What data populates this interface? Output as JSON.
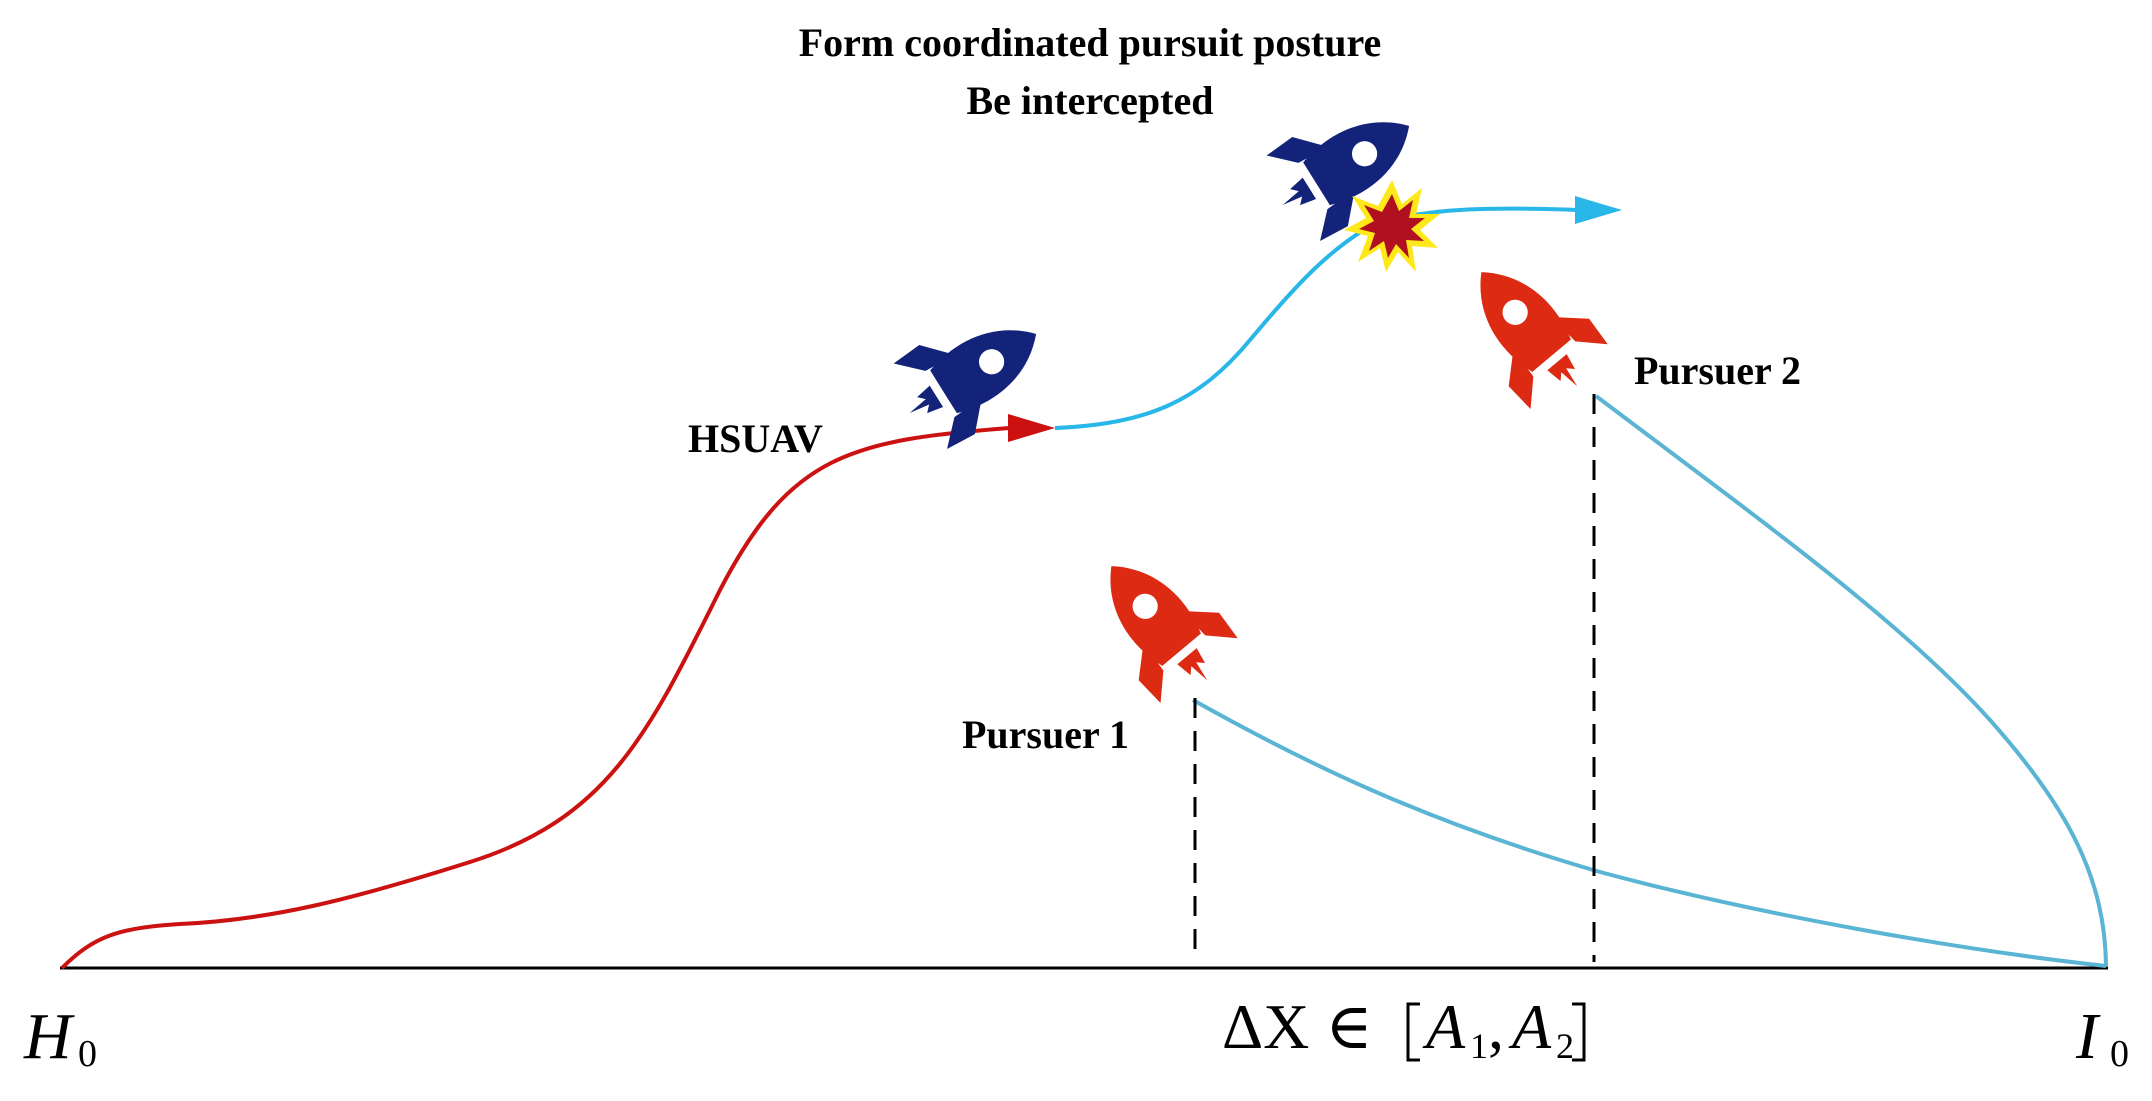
{
  "title": {
    "line1": "Form coordinated pursuit posture",
    "line2": "Be intercepted"
  },
  "labels": {
    "hsuav": "HSUAV",
    "pursuer1": "Pursuer 1",
    "pursuer2": "Pursuer 2"
  },
  "axis": {
    "start_letter": "H",
    "start_subscript": "0",
    "end_letter": "I",
    "end_subscript": "0",
    "range_prefix": "ΔX ∈",
    "range_a": "A",
    "range_a1_sub": "1",
    "range_comma": ",",
    "range_a2_sub": "2"
  },
  "colors": {
    "hsuav_body": "#13237a",
    "pursuer_body": "#dd2a12",
    "hsuav_path": "#cc1111",
    "hsuav_path_after": "#29b6e8",
    "pursuer_path": "#5ab4d4",
    "explosion_outer": "#ffe81a",
    "explosion_inner": "#b01020"
  }
}
